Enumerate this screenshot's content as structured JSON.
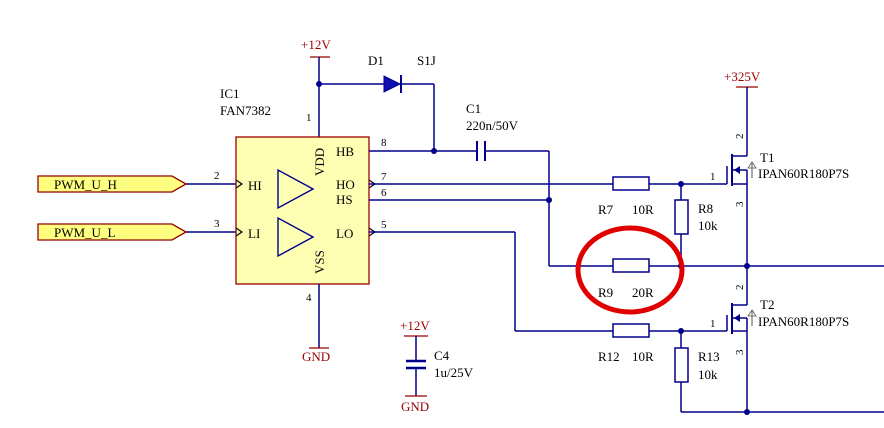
{
  "supplies": {
    "vcc_top": "+12V",
    "vcc_c4": "+12V",
    "hv": "+325V",
    "gnd_ic": "GND",
    "gnd_c4": "GND"
  },
  "ic": {
    "ref": "IC1",
    "part": "FAN7382",
    "pins": {
      "hi": "HI",
      "li": "LI",
      "vdd": "VDD",
      "vss": "VSS",
      "hb": "HB",
      "ho": "HO",
      "hs": "HS",
      "lo": "LO"
    },
    "pin_numbers": {
      "p1": "1",
      "p2": "2",
      "p3": "3",
      "p4": "4",
      "p5": "5",
      "p6": "6",
      "p7": "7",
      "p8": "8"
    }
  },
  "nets": {
    "pwm_h": "PWM_U_H",
    "pwm_l": "PWM_U_L"
  },
  "d1": {
    "ref": "D1",
    "value": "S1J"
  },
  "c1": {
    "ref": "C1",
    "value": "220n/50V"
  },
  "c4": {
    "ref": "C4",
    "value": "1u/25V"
  },
  "r7": {
    "ref": "R7",
    "value": "10R"
  },
  "r8": {
    "ref": "R8",
    "value": "10k"
  },
  "r9": {
    "ref": "R9",
    "value": "20R"
  },
  "r12": {
    "ref": "R12",
    "value": "10R"
  },
  "r13": {
    "ref": "R13",
    "value": "10k"
  },
  "t1": {
    "ref": "T1",
    "part": "IPAN60R180P7S",
    "pin_g": "1",
    "pin_d": "2",
    "pin_s": "3"
  },
  "t2": {
    "ref": "T2",
    "part": "IPAN60R180P7S",
    "pin_g": "1",
    "pin_d": "2",
    "pin_s": "3"
  },
  "colors": {
    "wire": "#00008b",
    "chip_fill": "#ffffb4",
    "chip_border": "#990000",
    "port_fill": "#ffff80",
    "supply": "#990000",
    "highlight": "#e00000"
  }
}
